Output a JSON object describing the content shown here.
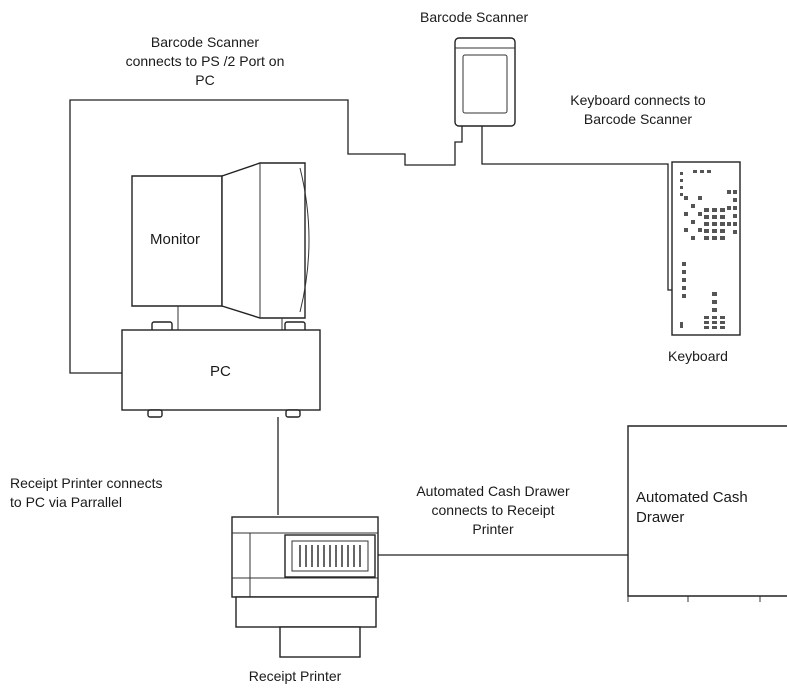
{
  "labels": {
    "barcode_scanner": "Barcode Scanner",
    "scanner_conn": [
      "Barcode Scanner",
      "connects to PS /2 Port on",
      "PC"
    ],
    "keyboard_conn": [
      "Keyboard connects to",
      "Barcode Scanner"
    ],
    "monitor": "Monitor",
    "pc": "PC",
    "keyboard": "Keyboard",
    "printer_conn": [
      "Receipt Printer connects",
      "to PC via Parrallel"
    ],
    "drawer_conn": [
      "Automated Cash Drawer",
      "connects to Receipt",
      "Printer"
    ],
    "cash_drawer": [
      "Automated Cash",
      "Drawer"
    ],
    "receipt_printer": "Receipt Printer"
  }
}
